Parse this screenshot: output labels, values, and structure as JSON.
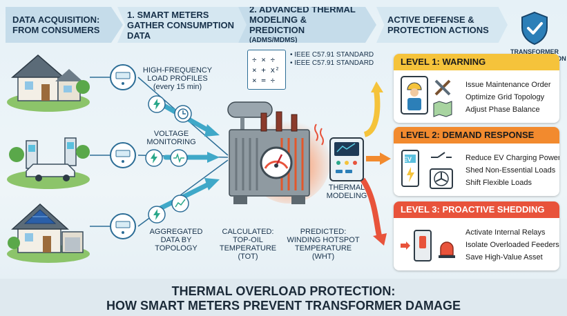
{
  "banners": [
    {
      "text": "Data Acquisition: From Consumers"
    },
    {
      "text": "1. Smart Meters Gather Consumption Data"
    },
    {
      "text": "2. Advanced Thermal Modeling & Prediction",
      "sub": "(ADMS/MDMS)"
    },
    {
      "text": "Active Defense & Protection Actions"
    }
  ],
  "shield_caption": "TRANSFORMER ASSET PROTECTION",
  "data_labels": {
    "load_profiles": "HIGH-FREQUENCY LOAD PROFILES",
    "load_profiles_sub": "(every 15 min)",
    "voltage": "VOLTAGE MONITORING",
    "aggregated": "AGGREGATED DATA BY TOPOLOGY"
  },
  "standards": [
    "IEEE C57.91 STANDARD",
    "IEEE C57.91 STANDARD"
  ],
  "formula_card": [
    "÷ × ÷",
    "× + x²",
    "× = ÷"
  ],
  "transformer_labels": {
    "thermal_modeling": "THERMAL MODELING",
    "top_oil": "CALCULATED: TOP-OIL TEMPERATURE (TOT)",
    "hotspot": "PREDICTED: WINDING HOTSPOT TEMPERATURE (WHT)"
  },
  "levels": [
    {
      "title": "Level 1: Warning",
      "color": "#f5c33b",
      "actions": [
        "Issue Maintenance Order",
        "Optimize Grid Topology",
        "Adjust Phase Balance"
      ]
    },
    {
      "title": "Level 2: Demand Response",
      "color": "#f28a2e",
      "actions": [
        "Reduce EV Charging Power",
        "Shed Non-Essential Loads",
        "Shift Flexible Loads"
      ]
    },
    {
      "title": "Level 3: Proactive Shedding",
      "color": "#e8533b",
      "actions": [
        "Activate Internal Relays",
        "Isolate Overloaded Feeders",
        "Save High-Value Asset"
      ]
    }
  ],
  "ev_label": "EV",
  "footer": {
    "line1": "Thermal Overload Protection:",
    "line2": "How Smart Meters Prevent Transformer Damage"
  },
  "colors": {
    "accent_blue": "#2c7fb8",
    "flow_teal": "#3fa8c8",
    "yellow": "#f5c33b",
    "orange": "#f28a2e",
    "red": "#e8533b"
  }
}
